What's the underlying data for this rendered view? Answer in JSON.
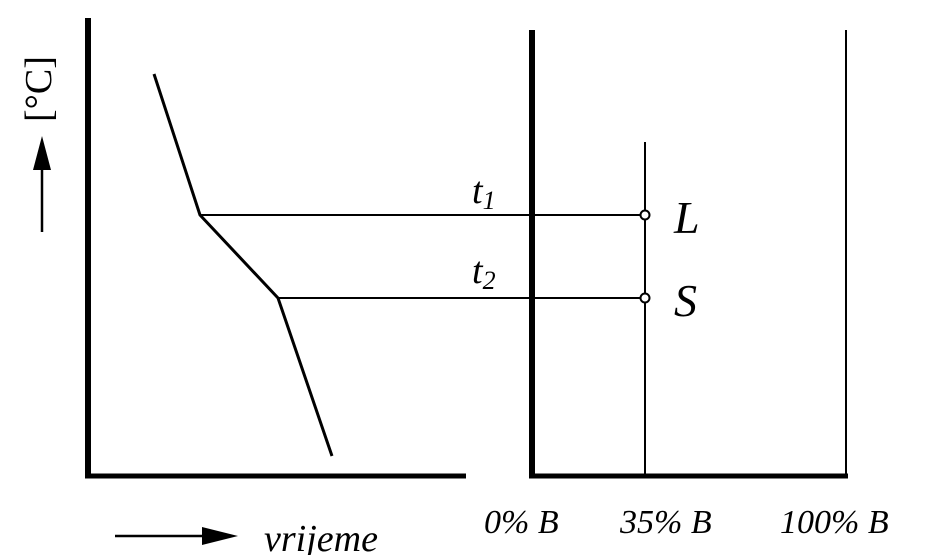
{
  "diagram": {
    "y_axis_label": "[°C]",
    "x_axis_label": "vrijeme",
    "temperatures": {
      "upper": "t",
      "upper_sub": "1",
      "lower": "t",
      "lower_sub": "2"
    },
    "phase_labels": {
      "upper": "L",
      "lower": "S"
    },
    "composition_ticks": [
      "0% B",
      "35% B",
      "100% B"
    ]
  }
}
